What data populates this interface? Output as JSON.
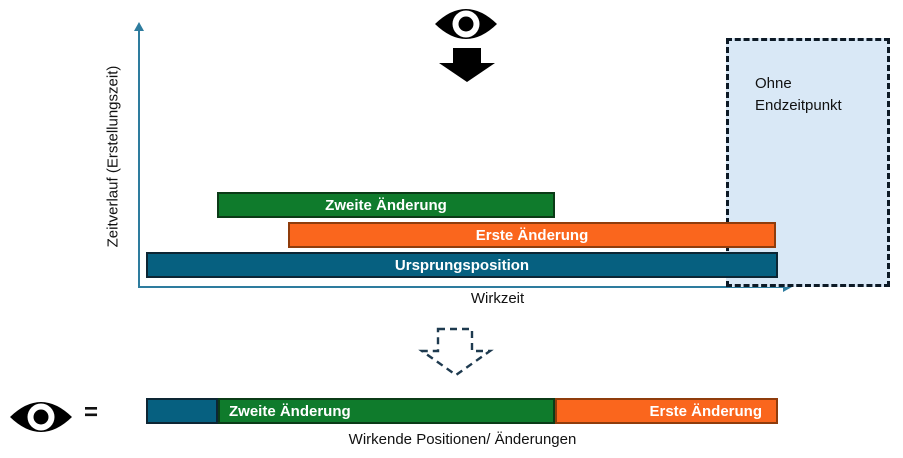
{
  "colors": {
    "axis": "#2e7c9e",
    "teal_fill": "#066080",
    "teal_border": "#0d2634",
    "green_fill": "#0f7b2c",
    "green_border": "#0b3b17",
    "orange_fill": "#fa661d",
    "orange_border": "#8f3c0c",
    "box_fill": "#d9e8f6",
    "box_border": "#0d1a26",
    "icon_black": "#000000"
  },
  "axes": {
    "y_label": "Zeitverlauf (Erstellungszeit)",
    "x_label": "Wirkzeit"
  },
  "end_box": {
    "label": "Ohne\nEndzeitpunkt"
  },
  "timeline_bars": [
    {
      "id": "zweite-aenderung",
      "label": "Zweite Änderung",
      "color": "green"
    },
    {
      "id": "erste-aenderung",
      "label": "Erste Änderung",
      "color": "orange"
    },
    {
      "id": "ursprungsposition",
      "label": "Ursprungsposition",
      "color": "teal"
    }
  ],
  "icons": {
    "top_eye": "eye-icon",
    "top_arrow": "down-arrow-icon",
    "dashed_arrow": "dashed-down-arrow-icon",
    "bottom_eye": "eye-icon"
  },
  "equals_sign": "=",
  "result_bar": {
    "segments": [
      {
        "id": "ursprung-rest",
        "label": "",
        "color": "teal"
      },
      {
        "id": "zweite-aenderung",
        "label": "Zweite Änderung",
        "color": "green"
      },
      {
        "id": "erste-aenderung",
        "label": "Erste Änderung",
        "color": "orange"
      }
    ],
    "caption": "Wirkende Positionen/ Änderungen"
  }
}
